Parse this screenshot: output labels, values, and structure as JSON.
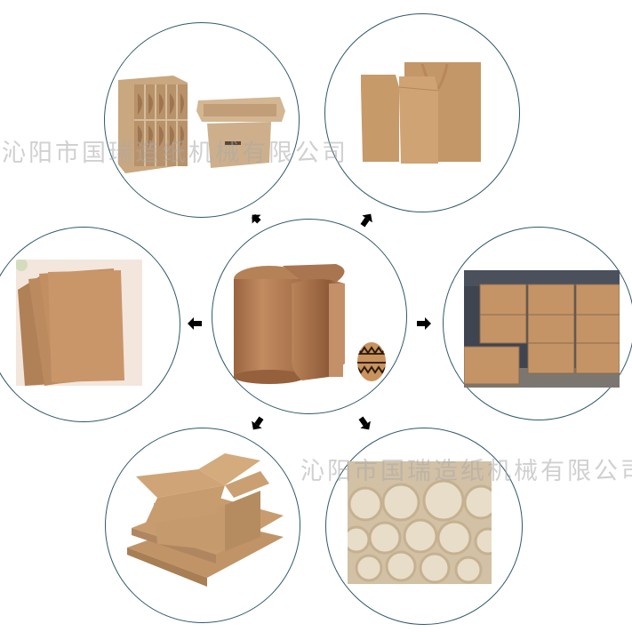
{
  "diagram": {
    "type": "hub-and-spoke",
    "center": {
      "label": "corrugated-paper-roll",
      "colors": {
        "main": "#b07a52",
        "shade": "#8c5b3a"
      }
    },
    "spokes": [
      {
        "id": "top-left",
        "label": "cardboard-divider-boxes",
        "direction": "up-left"
      },
      {
        "id": "top-right",
        "label": "kraft-paper-bags",
        "direction": "up-right"
      },
      {
        "id": "left",
        "label": "kraft-paper-sheets",
        "direction": "left"
      },
      {
        "id": "right",
        "label": "kraft-paper-jumbo-rolls",
        "direction": "right"
      },
      {
        "id": "bottom-left",
        "label": "corrugated-cartons",
        "direction": "down-left"
      },
      {
        "id": "bottom-right",
        "label": "paper-tubes",
        "direction": "down-right"
      }
    ],
    "circle_border_color": "#2f5a6a",
    "arrow_color": "#000000"
  },
  "watermarks": [
    {
      "text": "沁阳市国瑞造纸机械有限公司"
    },
    {
      "text": "沁阳市国瑞造纸机械有限公司"
    }
  ]
}
